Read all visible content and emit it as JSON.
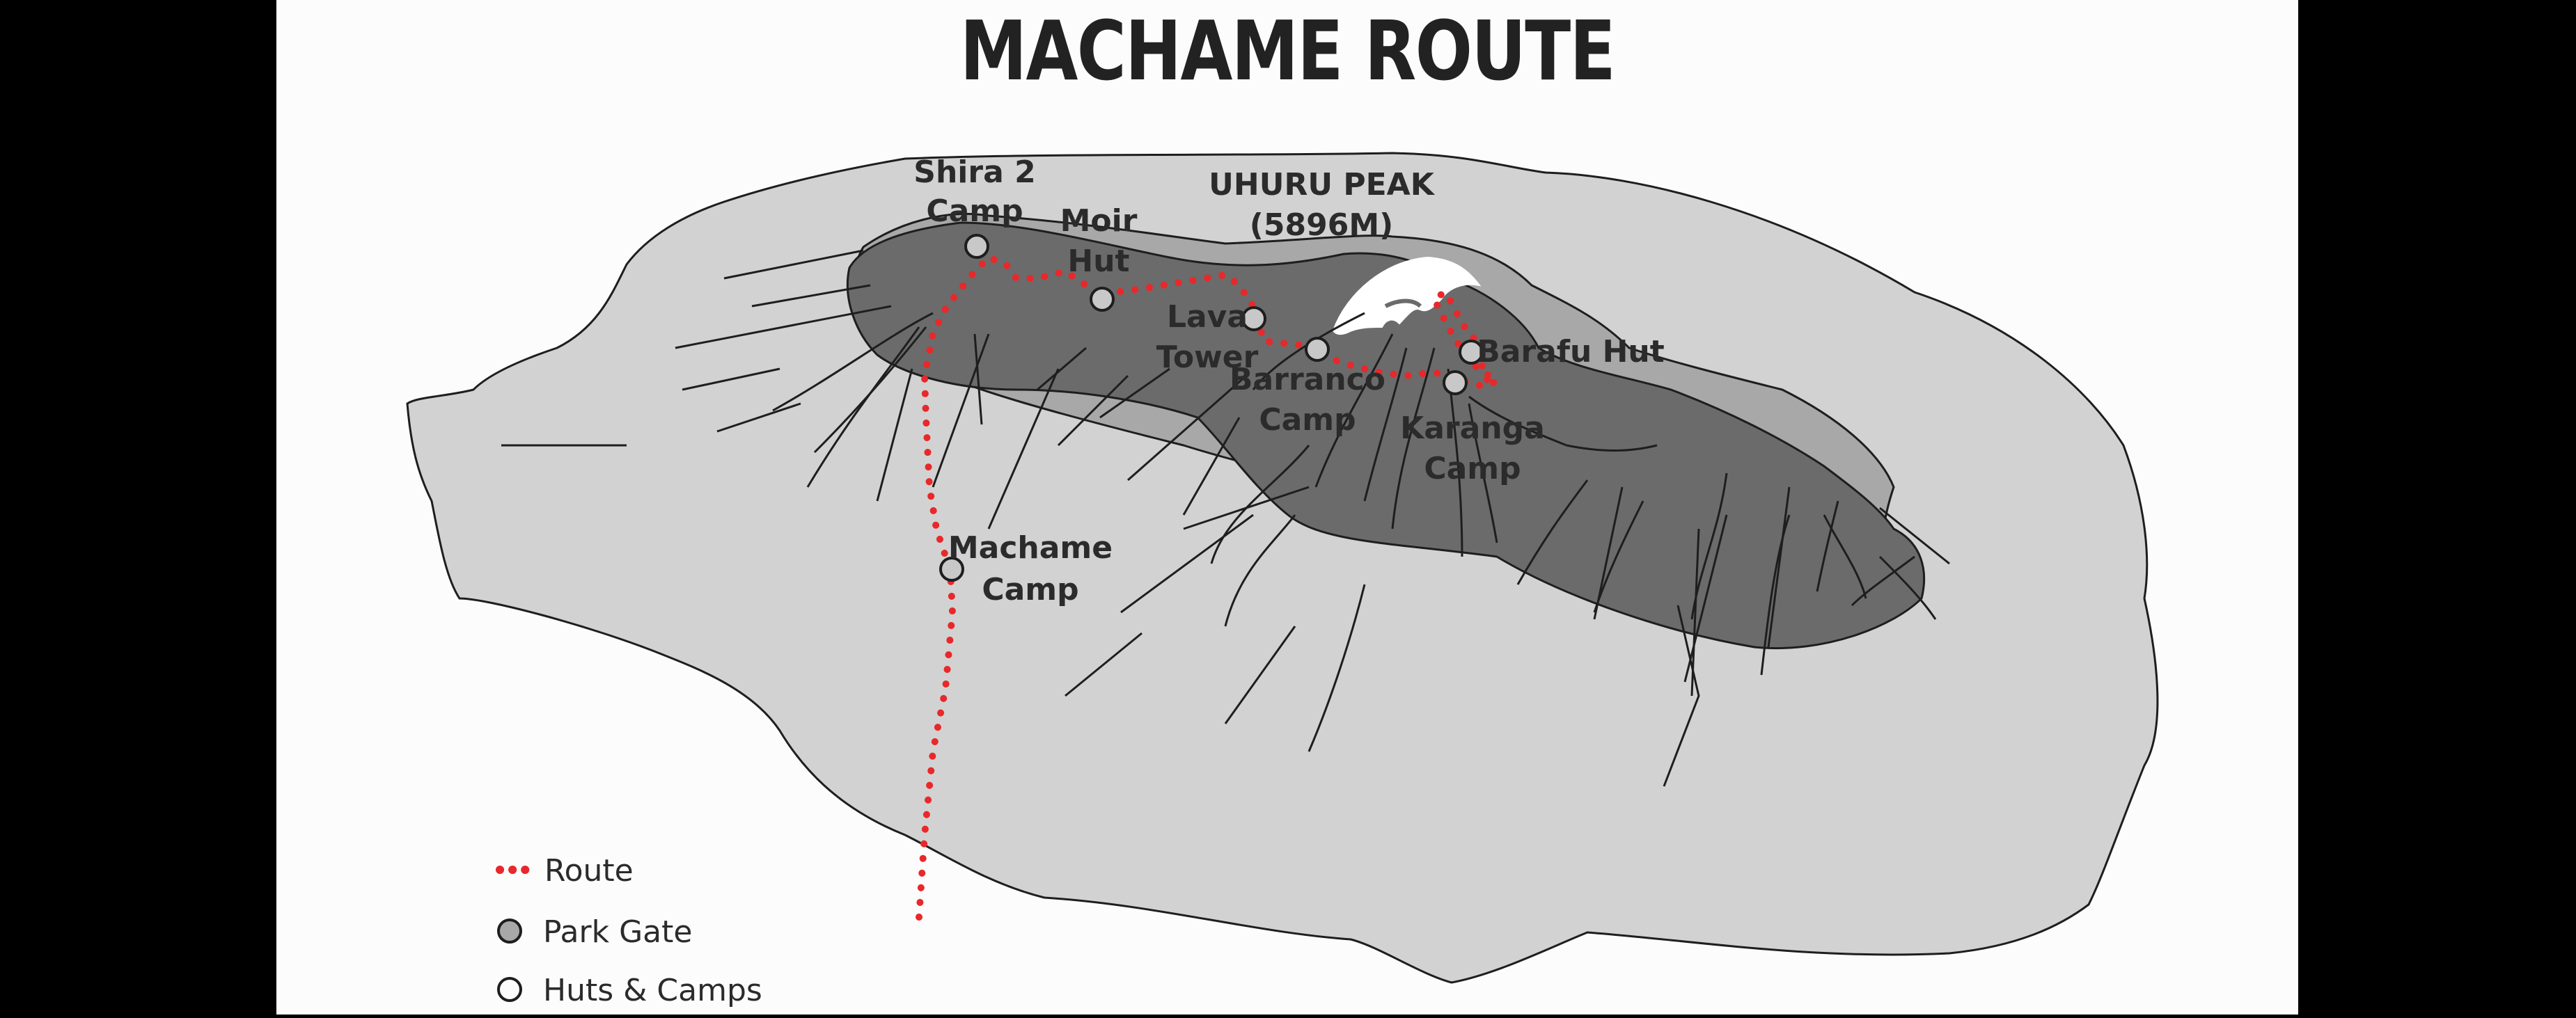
{
  "map": {
    "title": "MACHAME ROUTE",
    "peak": {
      "name": "UHURU PEAK",
      "elevation": "(5896M)"
    },
    "camps": [
      {
        "id": "shira2",
        "line1": "Shira 2",
        "line2": "Camp"
      },
      {
        "id": "moir",
        "line1": "Moir",
        "line2": "Hut"
      },
      {
        "id": "lava",
        "line1": "Lava",
        "line2": "Tower"
      },
      {
        "id": "barranco",
        "line1": "Barranco",
        "line2": "Camp"
      },
      {
        "id": "karanga",
        "line1": "Karanga",
        "line2": "Camp"
      },
      {
        "id": "barafu",
        "line1": "Barafu Hut",
        "line2": ""
      },
      {
        "id": "machame",
        "line1": "Machame",
        "line2": "Camp"
      }
    ]
  },
  "legend": {
    "route": "Route",
    "park_gate": "Park Gate",
    "huts_camps": "Huts & Camps"
  },
  "colors": {
    "background": "#fcfcfc",
    "outer_region": "#d2d2d2",
    "mid_region": "#a8a8a8",
    "upper_region": "#6b6b6b",
    "snow": "#ffffff",
    "route": "#e8282a",
    "frame": "#000000"
  }
}
